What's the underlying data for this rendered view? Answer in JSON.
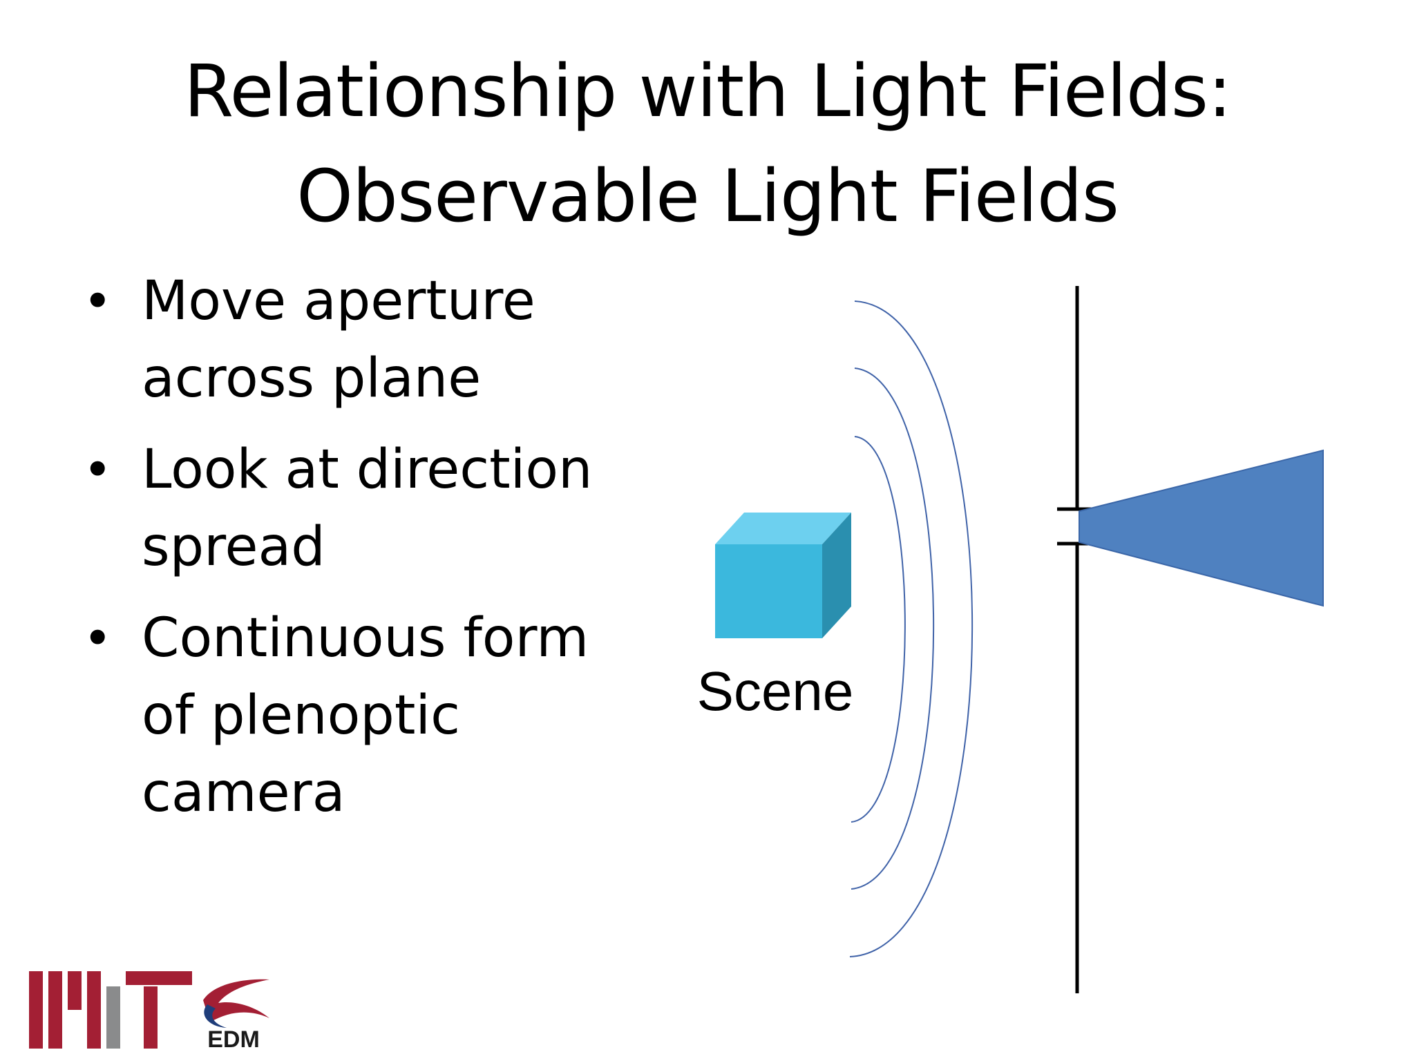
{
  "slide": {
    "title_line1": "Relationship with Light Fields:",
    "title_line2": "Observable Light Fields",
    "bullets": [
      {
        "line1": "Move aperture",
        "line2": "across plane",
        "line3": ""
      },
      {
        "line1": "Look at direction",
        "line2": "spread",
        "line3": ""
      },
      {
        "line1": "Continuous form",
        "line2": "of plenoptic",
        "line3": "camera"
      }
    ]
  },
  "diagram": {
    "scene_label": "Scene",
    "cube_front_color": "#3bb8dd",
    "cube_top_color": "#6dd0ef",
    "cube_side_color": "#2a8faf",
    "wave_color": "#3f62a8",
    "cone_color": "#4f81c0",
    "line_color": "#000000"
  },
  "logos": {
    "mit_color": "#a31f34",
    "mit_gray": "#8a8b8c",
    "edm_text": "EDM"
  }
}
